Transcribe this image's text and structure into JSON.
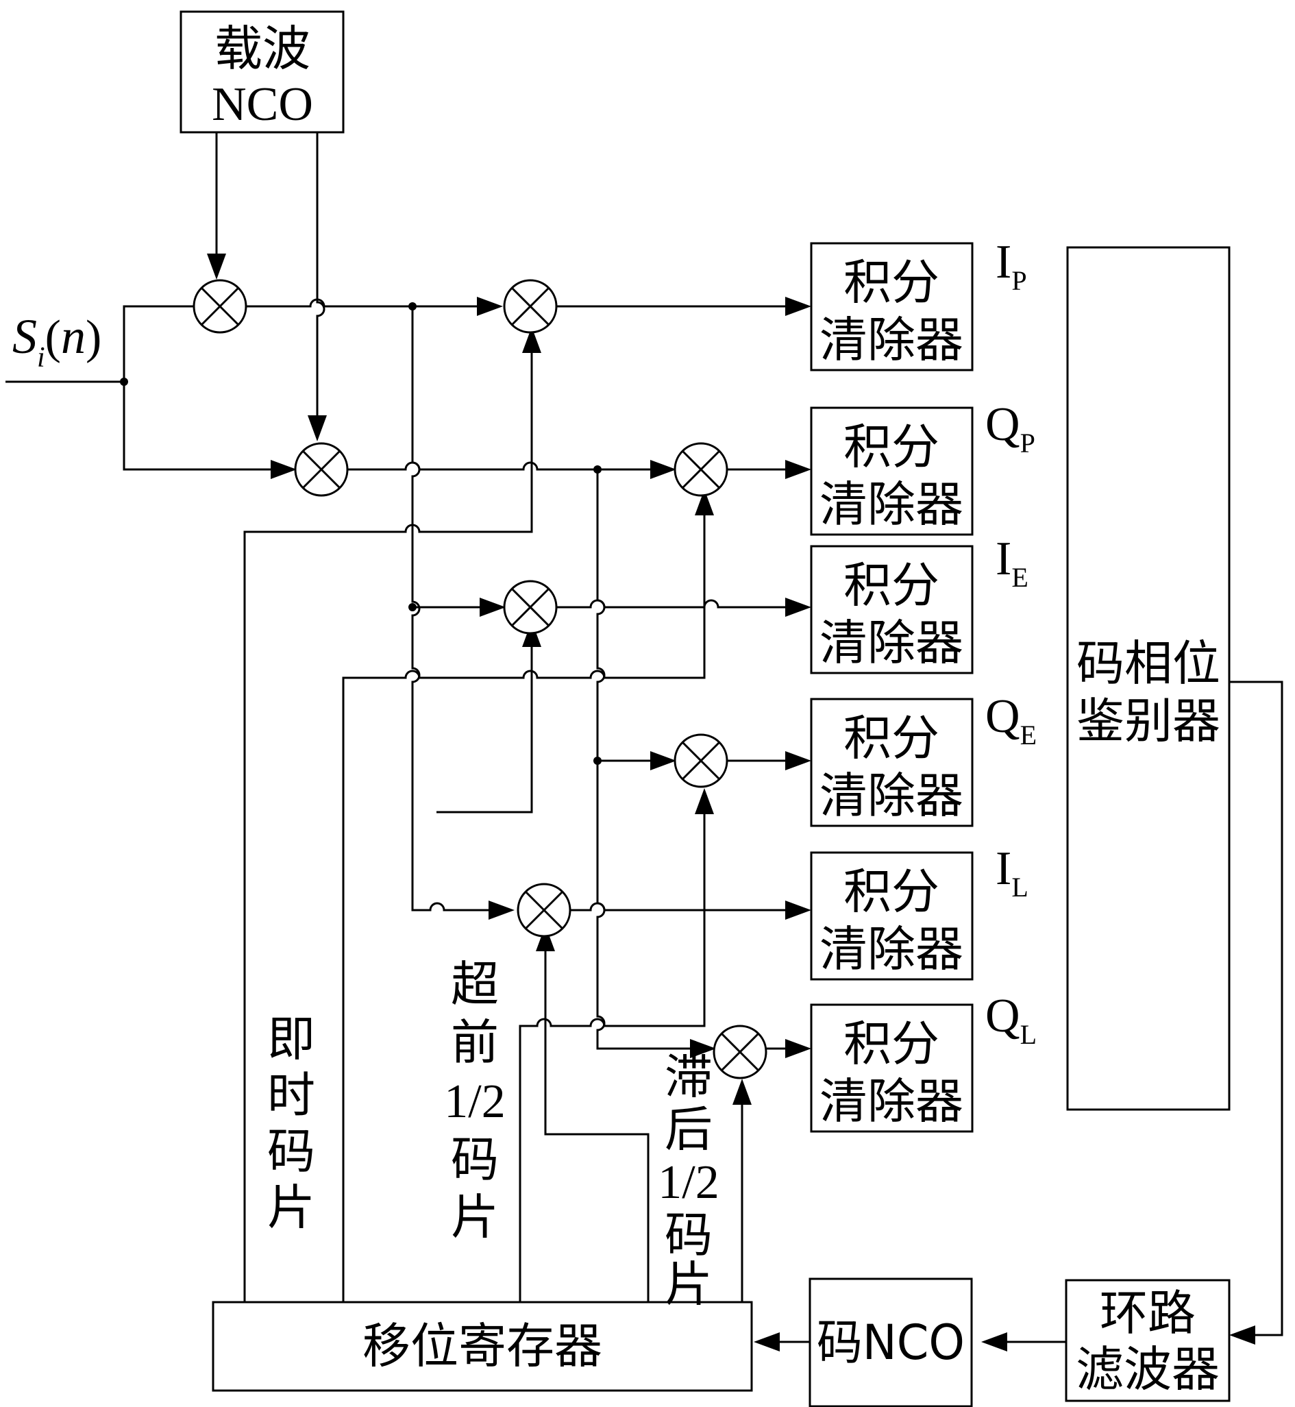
{
  "blocks": {
    "carrier_nco": [
      "载波",
      "NCO"
    ],
    "integrate_dump": [
      "积分",
      "清除器"
    ],
    "discriminator": [
      "码相位",
      "鉴别器"
    ],
    "loop_filter": [
      "环路",
      "滤波器"
    ],
    "code_nco": "码NCO",
    "shift_register": "移位寄存器"
  },
  "input_signal": {
    "base": "S",
    "sub": "i",
    "open": "(",
    "arg": "n",
    "close": ")"
  },
  "outputs": [
    {
      "letter": "I",
      "sub": "P"
    },
    {
      "letter": "Q",
      "sub": "P"
    },
    {
      "letter": "I",
      "sub": "E"
    },
    {
      "letter": "Q",
      "sub": "E"
    },
    {
      "letter": "I",
      "sub": "L"
    },
    {
      "letter": "Q",
      "sub": "L"
    }
  ],
  "code_labels": {
    "prompt": [
      "即",
      "时",
      "码",
      "片"
    ],
    "early": [
      "超",
      "前",
      "1/2",
      "码",
      "片"
    ],
    "late": [
      "滞",
      "后",
      "1/2",
      "码",
      "片"
    ]
  },
  "colors": {
    "stroke": "#000000",
    "background": "#ffffff"
  }
}
